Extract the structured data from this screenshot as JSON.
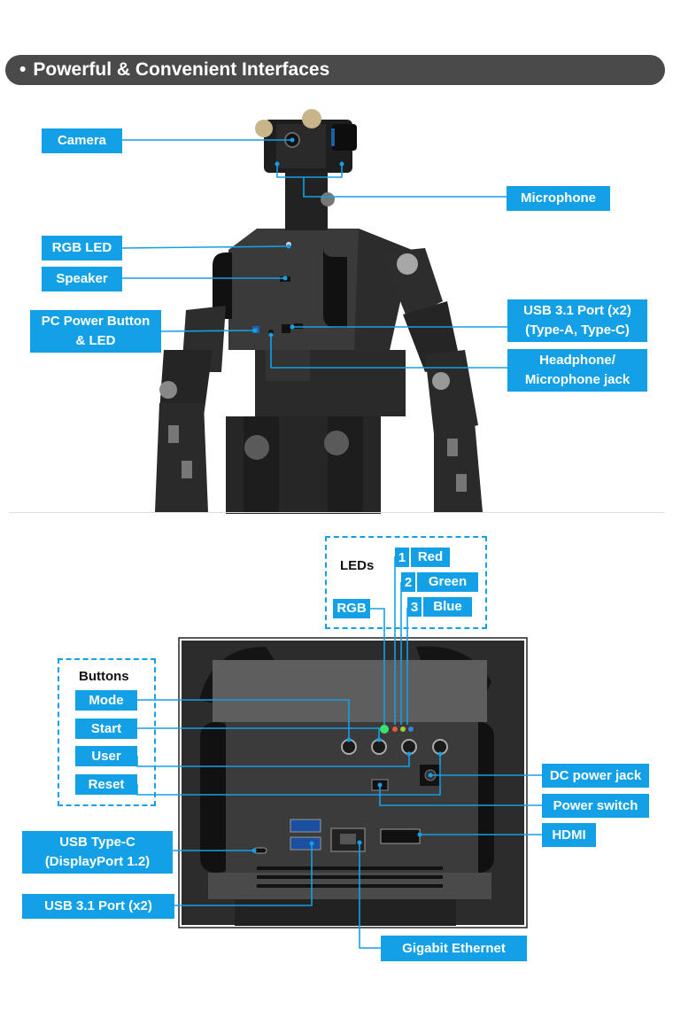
{
  "header": {
    "bullet": "•",
    "title": "Powerful & Convenient Interfaces"
  },
  "robot_labels": {
    "camera": "Camera",
    "microphone": "Microphone",
    "rgb_led": "RGB LED",
    "speaker": "Speaker",
    "pc_power_line1": "PC Power Button",
    "pc_power_line2": "& LED",
    "usb31_line1": "USB 3.1 Port (x2)",
    "usb31_line2": "(Type-A, Type-C)",
    "headphone_line1": "Headphone/",
    "headphone_line2": "Microphone jack"
  },
  "leds": {
    "title": "LEDs",
    "rgb": "RGB",
    "items": [
      {
        "num": "1",
        "label": "Red"
      },
      {
        "num": "2",
        "label": "Green"
      },
      {
        "num": "3",
        "label": "Blue"
      }
    ]
  },
  "buttons": {
    "title": "Buttons",
    "items": [
      "Mode",
      "Start",
      "User",
      "Reset"
    ]
  },
  "back_labels": {
    "dc_power": "DC power jack",
    "power_switch": "Power switch",
    "hdmi": "HDMI",
    "usb_c_line1": "USB Type-C",
    "usb_c_line2": "(DisplayPort 1.2)",
    "usb31": "USB 3.1 Port (x2)",
    "ethernet": "Gigabit Ethernet"
  },
  "colors": {
    "accent": "#14a0e6",
    "banner": "#4a4a4a",
    "robot_body": "#2b2b2b"
  }
}
